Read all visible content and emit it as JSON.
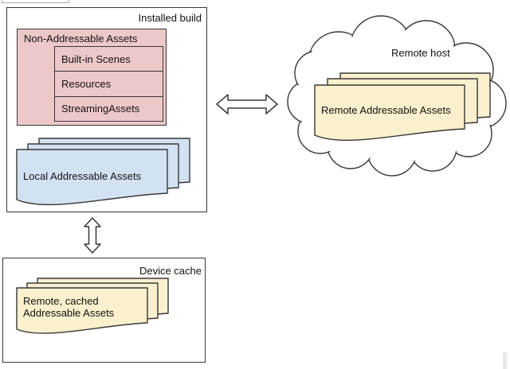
{
  "colors": {
    "outline": "#383838",
    "pink_fill": "#edc8c8",
    "blue_fill": "#d3e2f2",
    "yellow_fill": "#faf0cd"
  },
  "installed_build": {
    "title": "Installed build",
    "non_addressable": {
      "title": "Non-Addressable Assets",
      "items": [
        "Built-in Scenes",
        "Resources",
        "StreamingAssets"
      ]
    },
    "local_addressable": {
      "label": "Local Addressable Assets"
    }
  },
  "remote_host": {
    "title": "Remote host",
    "remote_addressable": {
      "label": "Remote Addressable Assets"
    }
  },
  "device_cache": {
    "title": "Device cache",
    "cached_addressable": {
      "line1": "Remote, cached",
      "line2": "Addressable Assets"
    }
  }
}
